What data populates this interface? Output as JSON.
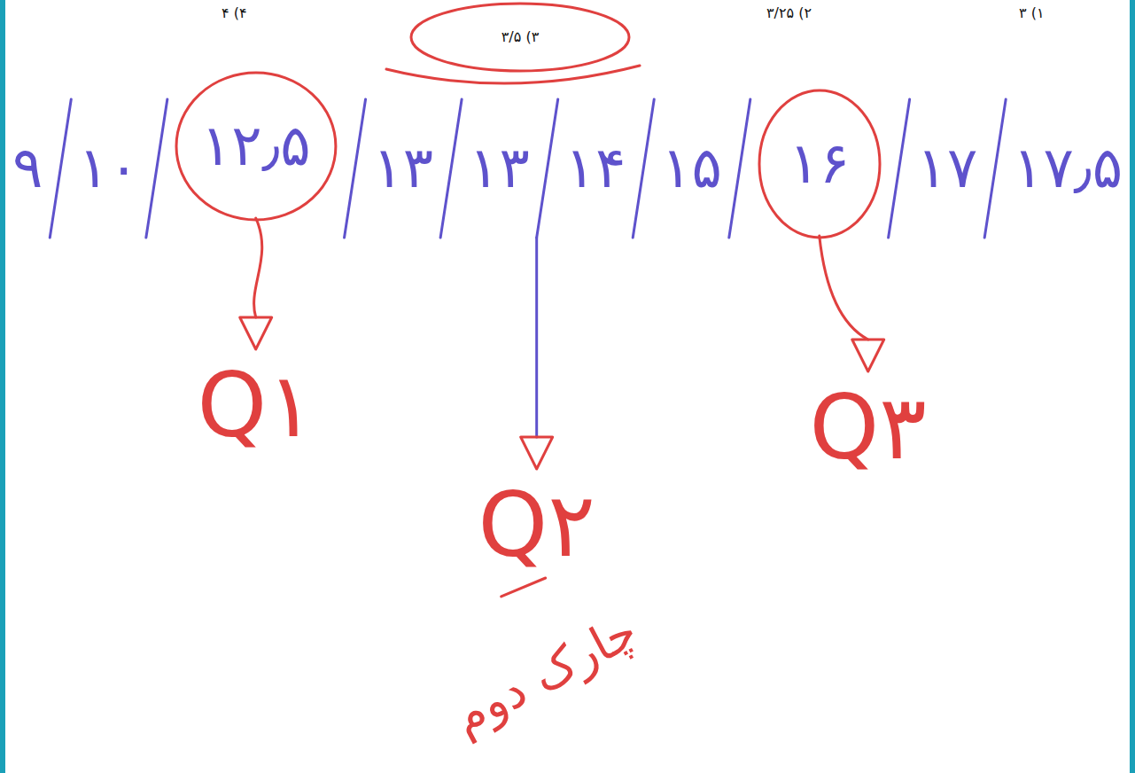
{
  "diagram": {
    "nodes": [
      {
        "text": [
          "۳/۵ (۳"
        ]
      },
      {
        "text": [
          "۱۲٫۵"
        ]
      },
      {
        "text": [
          "۱۶"
        ]
      }
    ],
    "labels": [
      "۴ (۴",
      "۳/۲۵ (۲",
      "۳ (۱",
      "۹",
      "۱۰",
      "۱۳",
      "۱۳",
      "۱۴",
      "۱۵",
      "۱۷",
      "۱۷٫۵",
      "Q۱",
      "Q۲",
      "Q۳",
      "چارک دوم"
    ]
  }
}
